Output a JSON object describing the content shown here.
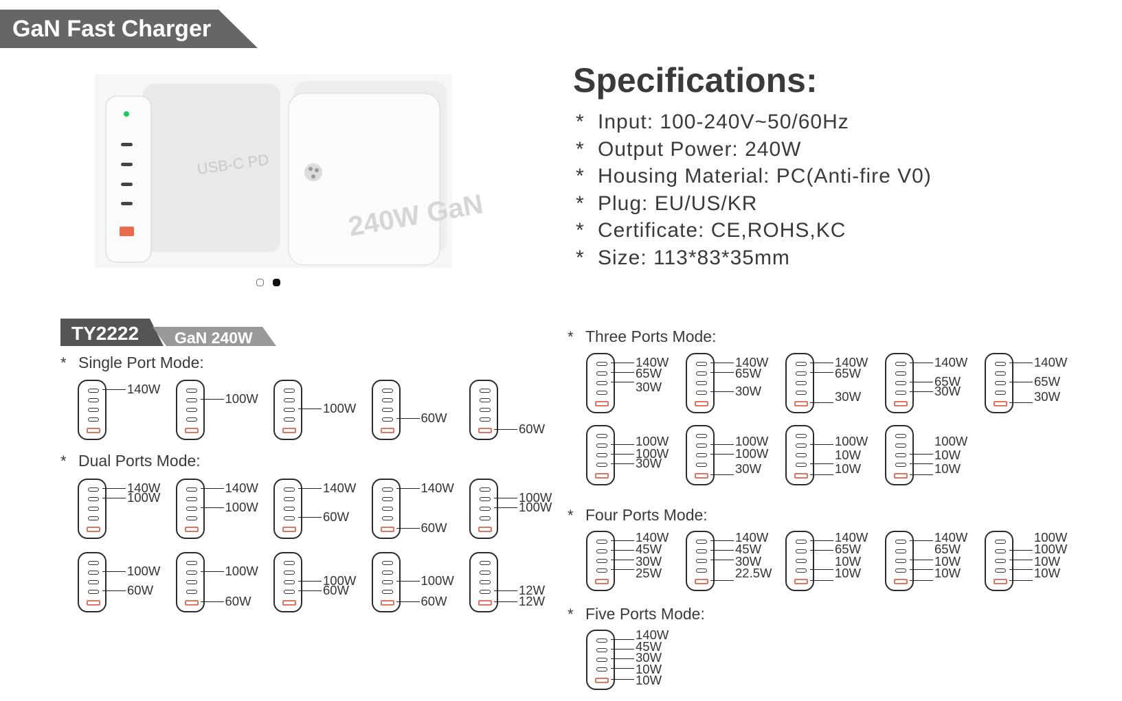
{
  "header": {
    "title": "GaN Fast Charger"
  },
  "photo": {
    "left_label": "USB-C PD",
    "right_label": "240W GaN"
  },
  "specs": {
    "title": "Specifications:",
    "bullet": "*",
    "items": [
      "Input: 100-240V~50/60Hz",
      "Output Power: 240W",
      "Housing Material: PC(Anti-fire V0)",
      "Plug: EU/US/KR",
      "Certificate: CE,ROHS,KC",
      "Size: 113*83*35mm"
    ]
  },
  "model": {
    "name": "TY2222",
    "subtitle": "GaN 240W"
  },
  "modes": {
    "single": {
      "title": "Single Port Mode:",
      "diagrams": [
        [
          {
            "port": 1,
            "label": "140W"
          }
        ],
        [
          {
            "port": 2,
            "label": "100W"
          }
        ],
        [
          {
            "port": 3,
            "label": "100W"
          }
        ],
        [
          {
            "port": 4,
            "label": "60W"
          }
        ],
        [
          {
            "port": 5,
            "label": "60W"
          }
        ]
      ]
    },
    "dual": {
      "title": "Dual Ports Mode:",
      "diagrams": [
        [
          {
            "port": 1,
            "label": "140W"
          },
          {
            "port": 2,
            "label": "100W"
          }
        ],
        [
          {
            "port": 1,
            "label": "140W"
          },
          {
            "port": 3,
            "label": "100W"
          }
        ],
        [
          {
            "port": 1,
            "label": "140W"
          },
          {
            "port": 4,
            "label": "60W"
          }
        ],
        [
          {
            "port": 1,
            "label": "140W"
          },
          {
            "port": 5,
            "label": "60W"
          }
        ],
        [
          {
            "port": 2,
            "label": "100W"
          },
          {
            "port": 3,
            "label": "100W"
          }
        ],
        [
          {
            "port": 2,
            "label": "100W"
          },
          {
            "port": 4,
            "label": "60W"
          }
        ],
        [
          {
            "port": 2,
            "label": "100W"
          },
          {
            "port": 5,
            "label": "60W"
          }
        ],
        [
          {
            "port": 3,
            "label": "100W"
          },
          {
            "port": 4,
            "label": "60W"
          }
        ],
        [
          {
            "port": 3,
            "label": "100W"
          },
          {
            "port": 5,
            "label": "60W"
          }
        ],
        [
          {
            "port": 4,
            "label": "12W"
          },
          {
            "port": 5,
            "label": "12W"
          }
        ]
      ]
    },
    "three": {
      "title": "Three Ports Mode:",
      "diagrams": [
        [
          {
            "port": 1,
            "label": "140W"
          },
          {
            "port": 2,
            "label": "65W"
          },
          {
            "port": 3,
            "label": "30W"
          }
        ],
        [
          {
            "port": 1,
            "label": "140W"
          },
          {
            "port": 2,
            "label": "65W"
          },
          {
            "port": 4,
            "label": "30W"
          }
        ],
        [
          {
            "port": 1,
            "label": "140W"
          },
          {
            "port": 2,
            "label": "65W"
          },
          {
            "port": 5,
            "label": "30W"
          }
        ],
        [
          {
            "port": 1,
            "label": "140W"
          },
          {
            "port": 3,
            "label": "65W"
          },
          {
            "port": 4,
            "label": "30W"
          }
        ],
        [
          {
            "port": 1,
            "label": "140W"
          },
          {
            "port": 3,
            "label": "65W"
          },
          {
            "port": 5,
            "label": "30W"
          }
        ],
        [
          {
            "port": 2,
            "label": "100W"
          },
          {
            "port": 3,
            "label": "100W"
          },
          {
            "port": 4,
            "label": "30W"
          }
        ],
        [
          {
            "port": 2,
            "label": "100W"
          },
          {
            "port": 3,
            "label": "100W"
          },
          {
            "port": 5,
            "label": "30W"
          }
        ],
        [
          {
            "port": 2,
            "label": "100W"
          },
          {
            "port": 4,
            "label": "10W"
          },
          {
            "port": 5,
            "label": "10W"
          }
        ],
        [
          {
            "port": 3,
            "label": "100W"
          },
          {
            "port": 4,
            "label": "10W"
          },
          {
            "port": 5,
            "label": "10W"
          }
        ]
      ]
    },
    "four": {
      "title": "Four Ports Mode:",
      "diagrams": [
        [
          {
            "port": 1,
            "label": "140W"
          },
          {
            "port": 2,
            "label": "45W"
          },
          {
            "port": 3,
            "label": "30W"
          },
          {
            "port": 4,
            "label": "25W"
          }
        ],
        [
          {
            "port": 1,
            "label": "140W"
          },
          {
            "port": 2,
            "label": "45W"
          },
          {
            "port": 3,
            "label": "30W"
          },
          {
            "port": 5,
            "label": "22.5W"
          }
        ],
        [
          {
            "port": 1,
            "label": "140W"
          },
          {
            "port": 2,
            "label": "65W"
          },
          {
            "port": 4,
            "label": "10W"
          },
          {
            "port": 5,
            "label": "10W"
          }
        ],
        [
          {
            "port": 1,
            "label": "140W"
          },
          {
            "port": 3,
            "label": "65W"
          },
          {
            "port": 4,
            "label": "10W"
          },
          {
            "port": 5,
            "label": "10W"
          }
        ],
        [
          {
            "port": 2,
            "label": "100W"
          },
          {
            "port": 3,
            "label": "100W"
          },
          {
            "port": 4,
            "label": "10W"
          },
          {
            "port": 5,
            "label": "10W"
          }
        ]
      ]
    },
    "five": {
      "title": "Five Ports Mode:",
      "diagrams": [
        [
          {
            "port": 1,
            "label": "140W"
          },
          {
            "port": 2,
            "label": "45W"
          },
          {
            "port": 3,
            "label": "30W"
          },
          {
            "port": 4,
            "label": "10W"
          },
          {
            "port": 5,
            "label": "10W"
          }
        ]
      ]
    }
  },
  "colors": {
    "banner": "#666666",
    "usb_a_port": "#e2735e",
    "led": "#22c55e"
  }
}
